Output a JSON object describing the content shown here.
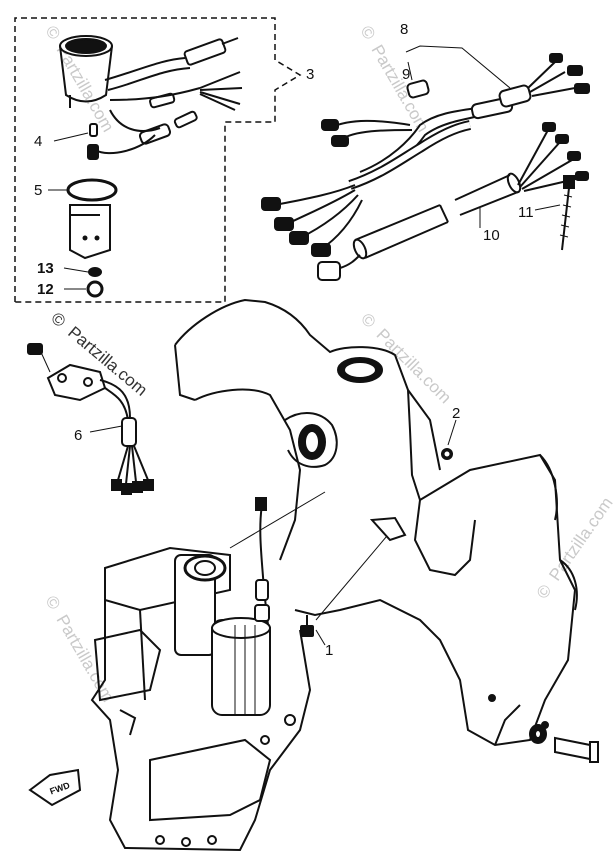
{
  "callouts": {
    "c1": "1",
    "c2": "2",
    "c3": "3",
    "c4": "4",
    "c5": "5",
    "c6": "6",
    "c8": "8",
    "c9": "9",
    "c10": "10",
    "c11": "11",
    "c12": "12",
    "c13": "13"
  },
  "watermark": {
    "brand": "Partzilla.com",
    "symbol": "©"
  },
  "fwd_label": "FWD",
  "colors": {
    "ink": "#111111",
    "watermark": "#c9c9c9",
    "background": "#ffffff"
  }
}
